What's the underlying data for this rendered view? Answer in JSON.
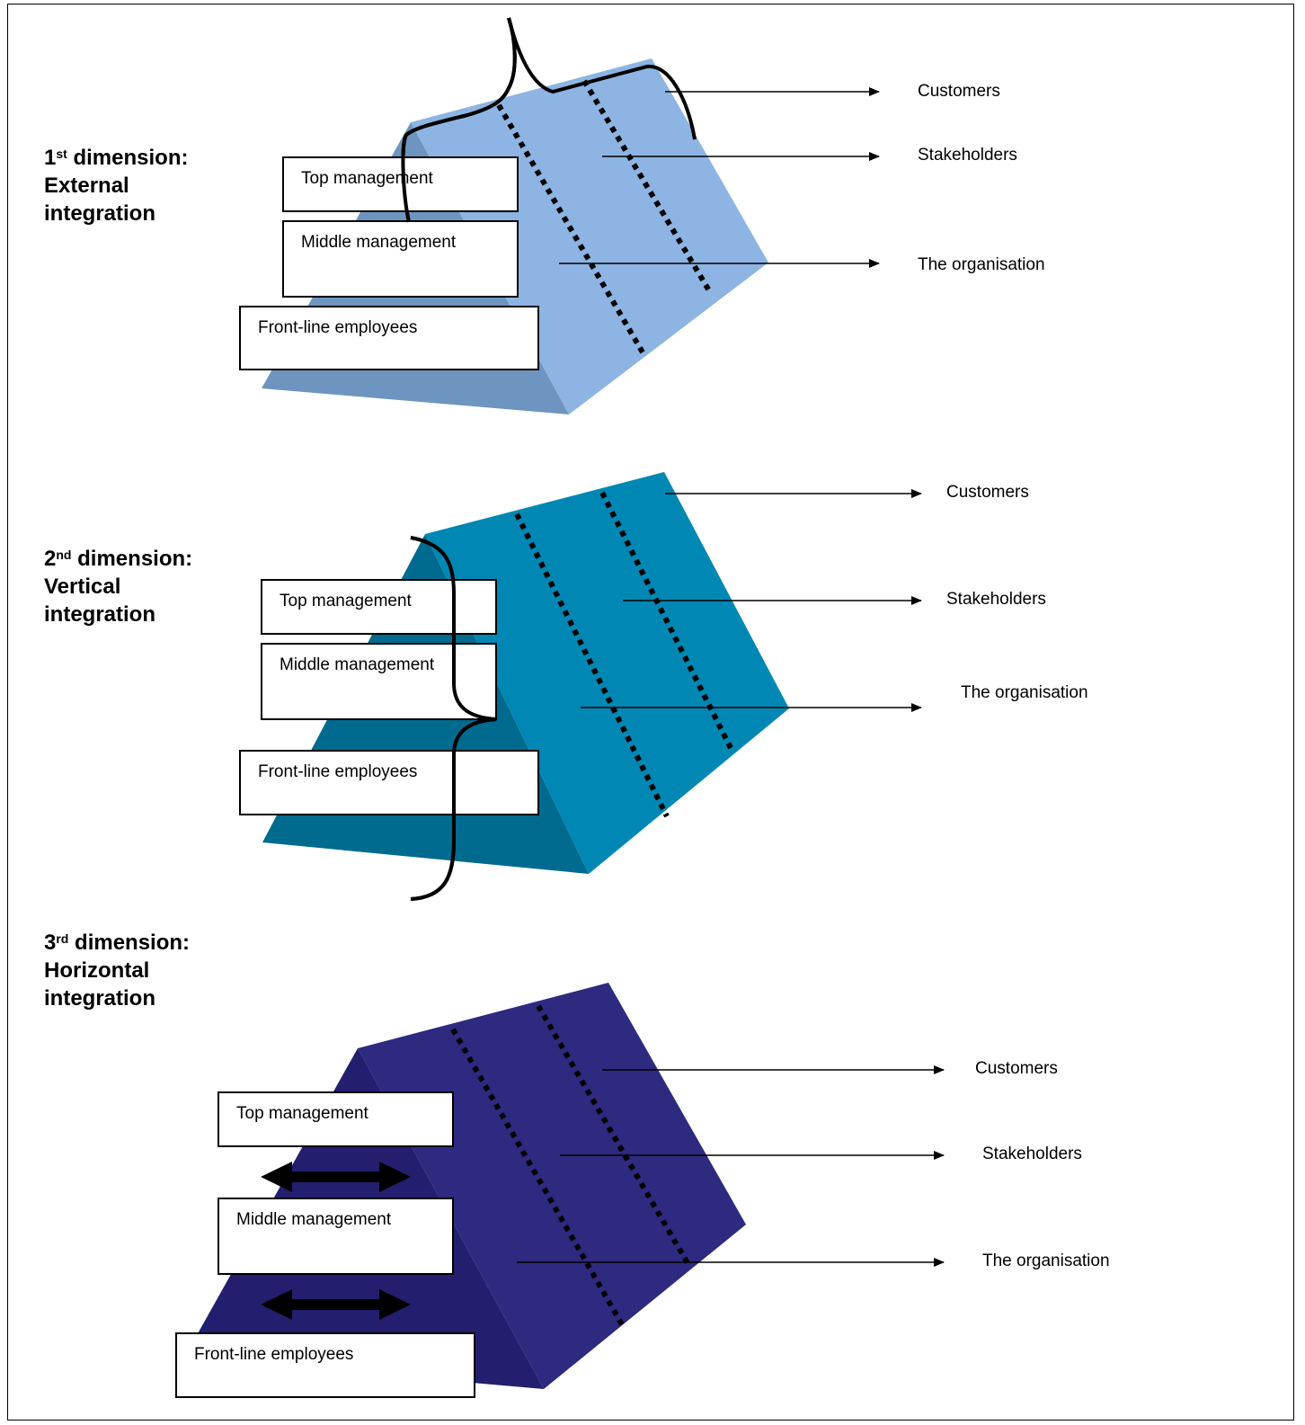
{
  "dimensions": [
    {
      "ordinal_num": "1",
      "ordinal_suffix": "st",
      "title_rest": " dimension:",
      "line2": "External",
      "line3": "integration",
      "prism_color": "#8db4e2",
      "levels": [
        "Top management",
        "Middle management",
        "Front-line employees"
      ],
      "targets": [
        "Customers",
        "Stakeholders",
        "The organisation"
      ]
    },
    {
      "ordinal_num": "2",
      "ordinal_suffix": "nd",
      "title_rest": " dimension:",
      "line2": "Vertical",
      "line3": "integration",
      "prism_color": "#0087b4",
      "levels": [
        "Top management",
        "Middle management",
        "Front-line employees"
      ],
      "targets": [
        "Customers",
        "Stakeholders",
        "The organisation"
      ]
    },
    {
      "ordinal_num": "3",
      "ordinal_suffix": "rd",
      "title_rest": " dimension:",
      "line2": "Horizontal",
      "line3": "integration",
      "prism_color": "#2e2a80",
      "levels": [
        "Top management",
        "Middle management",
        "Front-line employees"
      ],
      "targets": [
        "Customers",
        "Stakeholders",
        "The organisation"
      ]
    }
  ]
}
